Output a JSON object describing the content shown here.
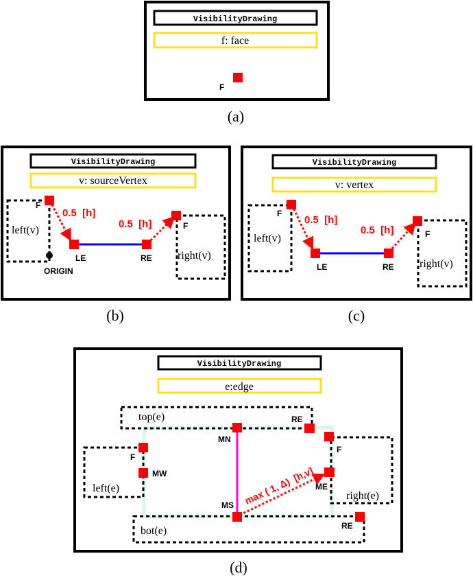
{
  "panels": {
    "a": {
      "caption": "(a)",
      "class_title": "VisibilityDrawing",
      "param": "f: face",
      "labels": {
        "F": "F"
      }
    },
    "b": {
      "caption": "(b)",
      "class_title": "VisibilityDrawing",
      "param": "v: sourceVertex",
      "labels": {
        "F_left": "F",
        "F_right": "F",
        "LE": "LE",
        "RE": "RE",
        "origin": "ORIGIN",
        "left_box": "left(v)",
        "right_box": "right(v)",
        "offset_left": "0.5  [h]",
        "offset_right": "0.5  [h]"
      }
    },
    "c": {
      "caption": "(c)",
      "class_title": "VisibilityDrawing",
      "param": "v: vertex",
      "labels": {
        "F_left": "F",
        "F_right": "F",
        "LE": "LE",
        "RE": "RE",
        "left_box": "left(v)",
        "right_box": "right(v)",
        "offset_left": "0.5  [h]",
        "offset_right": "0.5  [h]"
      }
    },
    "d": {
      "caption": "(d)",
      "class_title": "VisibilityDrawing",
      "param": "e:edge",
      "labels": {
        "top_box": "top(e)",
        "bot_box": "bot(e)",
        "left_box": "left(e)",
        "right_box": "right(e)",
        "RE_top": "RE",
        "RE_bot": "RE",
        "MN": "MN",
        "MS": "MS",
        "MW": "MW",
        "ME": "ME",
        "F_left": "F",
        "F_right": "F",
        "offset": "max ( 1, Δ)  [h,v]"
      }
    }
  },
  "colors": {
    "node": "#ff0000",
    "annotation": "#ff0000",
    "param_border": "#ffe020",
    "vertex_line": "#0000ff",
    "edge_line": "#ff00ff",
    "edge_region": "#d8f8e8",
    "frame": "#000000"
  }
}
